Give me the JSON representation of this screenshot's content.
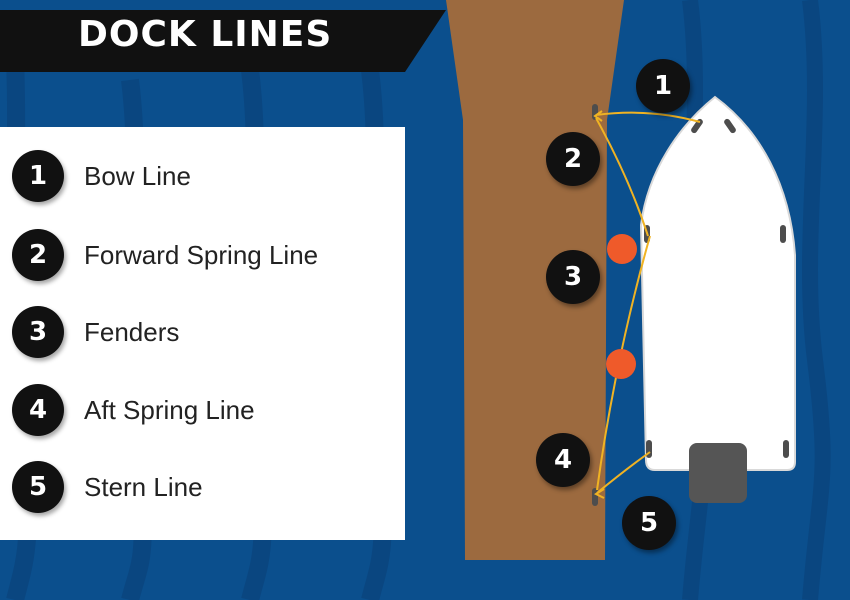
{
  "title": "DOCK LINES",
  "colors": {
    "water": "#0b4f8d",
    "water_ripple": "#0a4680",
    "dock": "#9c6a3f",
    "banner": "#111111",
    "line": "#f0b323",
    "fender": "#ef5a2a",
    "cleat": "#4d4d4d",
    "boat_hull": "#ffffff",
    "motor": "#555555"
  },
  "legend": [
    {
      "number": "1",
      "label": "Bow Line"
    },
    {
      "number": "2",
      "label": "Forward Spring Line"
    },
    {
      "number": "3",
      "label": "Fenders"
    },
    {
      "number": "4",
      "label": "Aft Spring Line"
    },
    {
      "number": "5",
      "label": "Stern Line"
    }
  ],
  "callouts": [
    "1",
    "2",
    "3",
    "4",
    "5"
  ]
}
